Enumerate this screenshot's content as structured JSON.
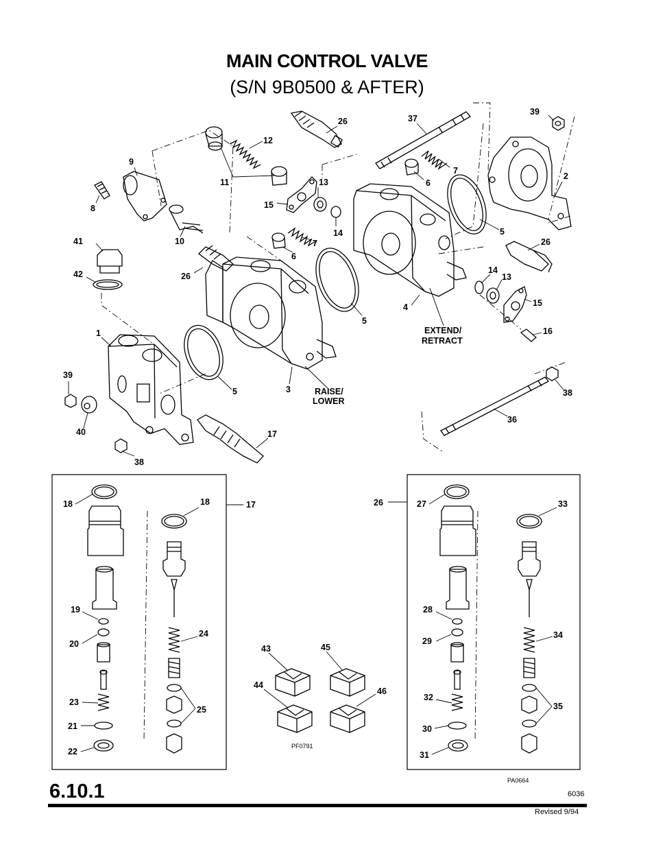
{
  "header": {
    "title": "MAIN CONTROL VALVE",
    "subtitle": "(S/N 9B0500 & AFTER)"
  },
  "callouts": {
    "c39a": "39",
    "c2": "2",
    "c37": "37",
    "c26a": "26",
    "c12": "12",
    "c9": "9",
    "c11": "11",
    "c13a": "13",
    "c15a": "15",
    "c8": "8",
    "c7a": "7",
    "c6a": "6",
    "c14a": "14",
    "c5a": "5",
    "c10": "10",
    "c41": "41",
    "c7b": "7",
    "c6b": "6",
    "c26b": "26",
    "c42": "42",
    "c26c": "26",
    "c14b": "14",
    "c13b": "13",
    "c15b": "15",
    "c5b": "5",
    "c4": "4",
    "c16": "16",
    "c1": "1",
    "c39b": "39",
    "c5c": "5",
    "c3": "3",
    "c38a": "38",
    "c36": "36",
    "c40": "40",
    "c17": "17",
    "c38b": "38",
    "c18a": "18",
    "c18b": "18",
    "c17b": "17",
    "c19": "19",
    "c20": "20",
    "c24": "24",
    "c23": "23",
    "c25": "25",
    "c21": "21",
    "c22": "22",
    "c43": "43",
    "c45": "45",
    "c44": "44",
    "c46": "46",
    "c26d": "26",
    "c27": "27",
    "c33": "33",
    "c28": "28",
    "c29": "29",
    "c34": "34",
    "c32": "32",
    "c35": "35",
    "c30": "30",
    "c31": "31"
  },
  "labels": {
    "extend_retract_1": "EXTEND/",
    "extend_retract_2": "RETRACT",
    "raise_lower_1": "RAISE/",
    "raise_lower_2": "LOWER",
    "pf_code": "PF0791",
    "pa_code": "PA0664"
  },
  "footer": {
    "section": "6.10.1",
    "doc_number": "6036",
    "revised": "Revised 9/94"
  }
}
